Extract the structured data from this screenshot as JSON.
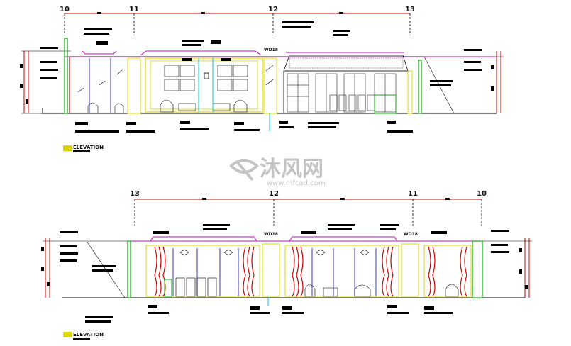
{
  "top_elevation": {
    "grid_labels": [
      "10",
      "11",
      "12",
      "13"
    ],
    "title": "ELEVATION",
    "tag": "WD18"
  },
  "bottom_elevation": {
    "grid_labels": [
      "13",
      "12",
      "11",
      "10"
    ],
    "title": "ELEVATION",
    "tags": [
      "WD18",
      "WD18"
    ]
  },
  "watermark": {
    "text": "沐风网",
    "url": "www.mfcad.com"
  },
  "colors": {
    "background": "#ffffff",
    "line": "#000000",
    "cyan": "#00c8d8",
    "magenta": "#d000d0",
    "yellow": "#d8d800",
    "green": "#00b000",
    "red": "#d00000",
    "blue": "#0000c8"
  }
}
